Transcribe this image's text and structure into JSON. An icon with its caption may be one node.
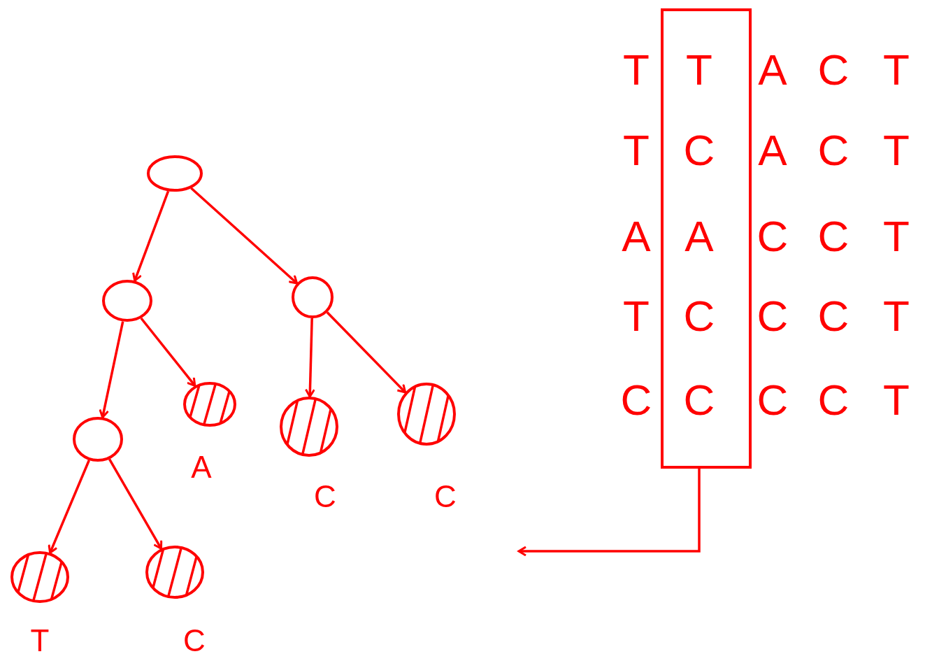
{
  "diagram": {
    "nodes": [
      {
        "text": [],
        "shape": "circle"
      },
      {
        "text": [],
        "shape": "circle"
      },
      {
        "text": [],
        "shape": "circle"
      },
      {
        "text": [],
        "shape": "circle"
      },
      {
        "text": [],
        "shape": "circle",
        "beside": [
          "A"
        ]
      },
      {
        "text": [],
        "shape": "circle",
        "beside": [
          "C"
        ]
      },
      {
        "text": [],
        "shape": "circle",
        "beside": [
          "C"
        ]
      },
      {
        "text": [],
        "shape": "circle",
        "beside": [
          "T"
        ]
      },
      {
        "text": [],
        "shape": "circle",
        "beside": [
          "C"
        ]
      },
      {
        "text": [],
        "shape": "box"
      }
    ],
    "edges": [
      {
        "from": 0,
        "to": 1,
        "arrow": "to"
      },
      {
        "from": 0,
        "to": 2,
        "arrow": "to"
      },
      {
        "from": 1,
        "to": 3,
        "arrow": "to"
      },
      {
        "from": 1,
        "to": 4,
        "arrow": "to"
      },
      {
        "from": 2,
        "to": 5,
        "arrow": "to"
      },
      {
        "from": 2,
        "to": 6,
        "arrow": "to"
      },
      {
        "from": 3,
        "to": 7,
        "arrow": "to"
      },
      {
        "from": 3,
        "to": 8,
        "arrow": "to"
      },
      {
        "from": 9,
        "to": null,
        "arrow": "to"
      }
    ],
    "labels": [
      "T",
      "T",
      "A",
      "C",
      "T",
      "T",
      "C",
      "A",
      "C",
      "T",
      "A",
      "A",
      "C",
      "C",
      "T",
      "T",
      "C",
      "C",
      "C",
      "T",
      "C",
      "C",
      "C",
      "C",
      "T"
    ]
  }
}
